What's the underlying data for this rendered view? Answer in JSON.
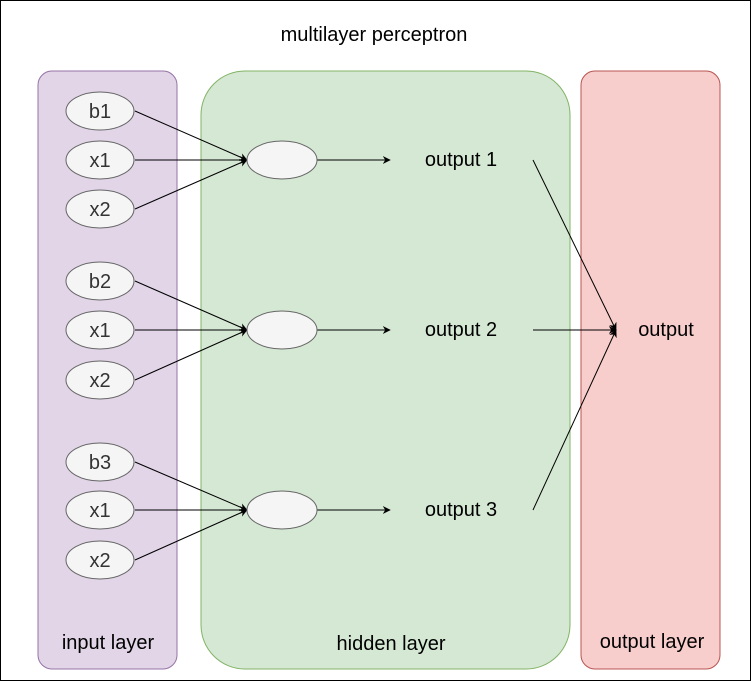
{
  "title": "multilayer perceptron",
  "groups": {
    "input": {
      "label": "input layer",
      "fill": "#e1d5e7",
      "stroke": "#9673a6"
    },
    "hidden": {
      "label": "hidden layer",
      "fill": "#d5e8d4",
      "stroke": "#82b366"
    },
    "output": {
      "label": "output layer",
      "fill": "#f8cecc",
      "stroke": "#b85450"
    }
  },
  "inputs": [
    {
      "label": "b1"
    },
    {
      "label": "x1"
    },
    {
      "label": "x2"
    },
    {
      "label": "b2"
    },
    {
      "label": "x1"
    },
    {
      "label": "x2"
    },
    {
      "label": "b3"
    },
    {
      "label": "x1"
    },
    {
      "label": "x2"
    }
  ],
  "hidden_outputs": [
    {
      "label": "output 1"
    },
    {
      "label": "output 2"
    },
    {
      "label": "output 3"
    }
  ],
  "final_output": {
    "label": "output"
  },
  "colors": {
    "node_fill": "#f5f5f5",
    "node_stroke": "#666666",
    "edge": "#000000",
    "frame": "#000000"
  }
}
